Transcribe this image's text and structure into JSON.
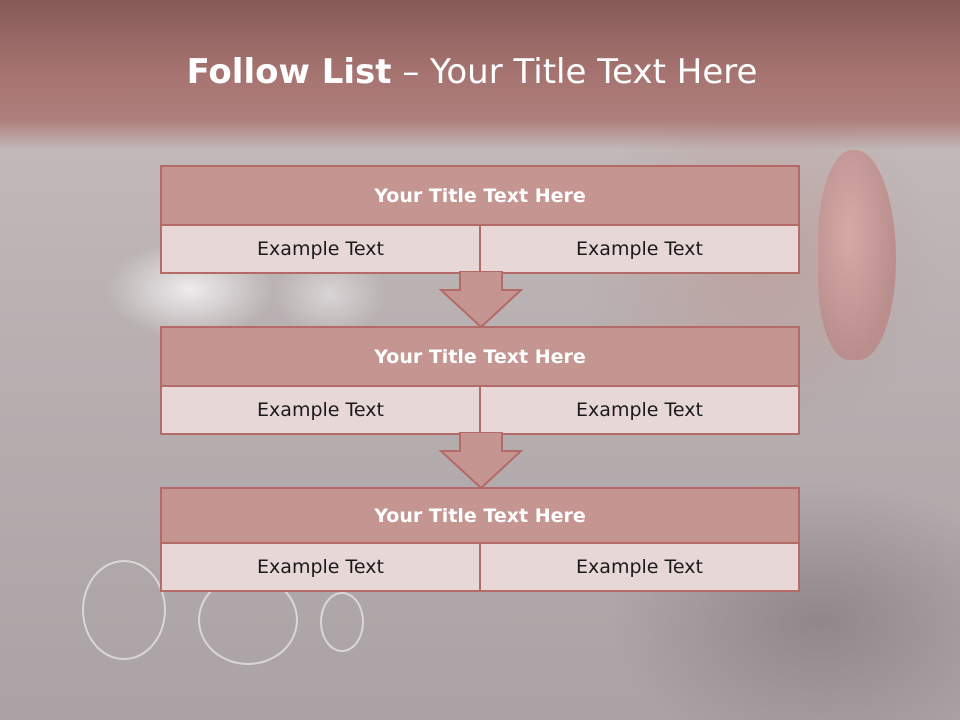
{
  "slide": {
    "title_bold": "Follow List",
    "title_rest": " – Your Title Text Here"
  },
  "steps": [
    {
      "title": "Your Title Text Here",
      "left": "Example Text",
      "right": "Example Text"
    },
    {
      "title": "Your Title Text Here",
      "left": "Example Text",
      "right": "Example Text"
    },
    {
      "title": "Your Title Text Here",
      "left": "Example Text",
      "right": "Example Text"
    }
  ],
  "colors": {
    "header": "#a67471",
    "box_title_fill": "#c49591",
    "box_cell_fill": "#e8d7d7",
    "border": "#b46a66"
  }
}
